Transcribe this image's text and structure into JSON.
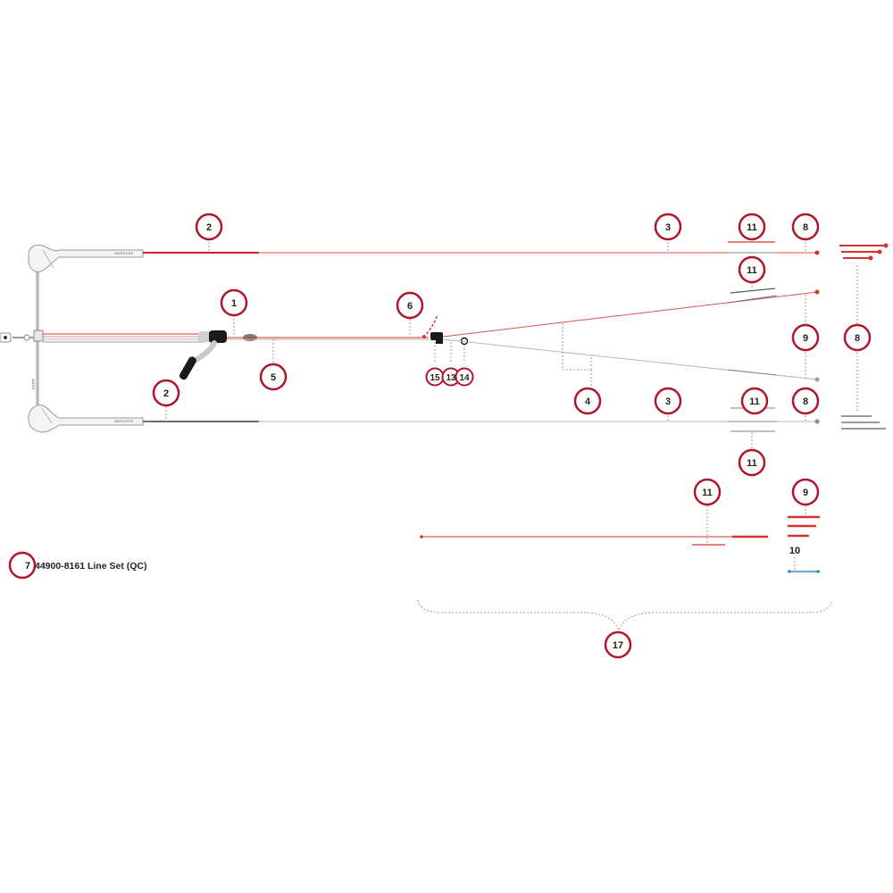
{
  "brand": {
    "color": "#b0162a",
    "line_red": "#d9322e",
    "line_grey": "#9a9a9a",
    "accent_blue": "#2b8fd0"
  },
  "bar": {
    "grip_top_text": "NORTH KITE",
    "grip_bottom_text": "NORTH KITE",
    "center_text": "NORTH"
  },
  "callouts": {
    "c2_top": "2",
    "c3_top": "3",
    "c11_top": "11",
    "c8_top": "8",
    "c11_mid_upper": "11",
    "c1": "1",
    "c6": "6",
    "c9_mid": "9",
    "c8_right": "8",
    "c5": "5",
    "c2_left": "2",
    "c15": "15",
    "c13": "13",
    "c14": "14",
    "c4": "4",
    "c3_lower": "3",
    "c11_lower": "11",
    "c8_lower": "8",
    "c11_below": "11",
    "c11_bottom": "11",
    "c9_bottom": "9",
    "c10": "10",
    "c17": "17"
  },
  "line_set": {
    "number": "7",
    "label": "44900-8161 Line Set (QC)"
  }
}
